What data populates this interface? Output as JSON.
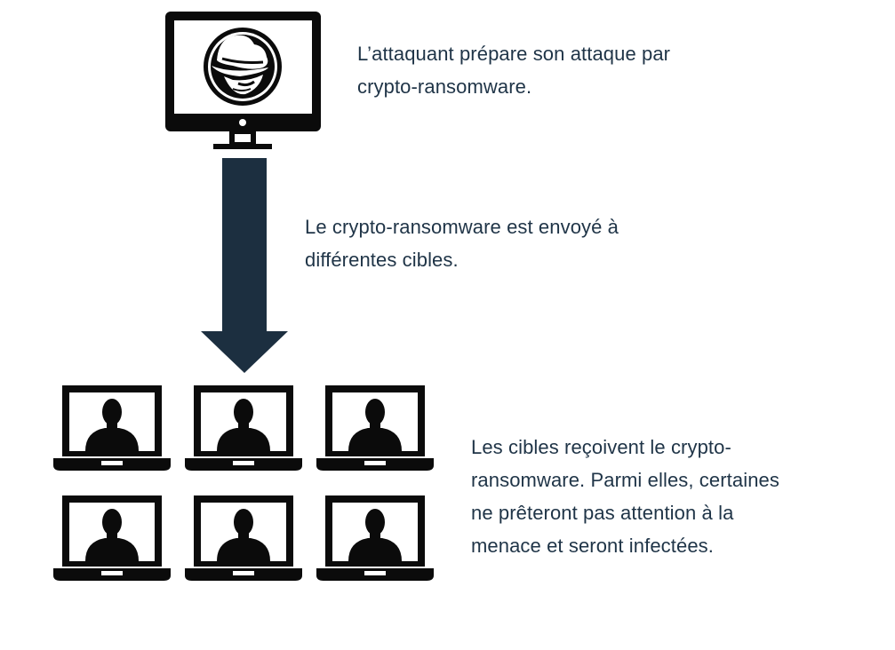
{
  "captions": {
    "attacker": [
      "L’attaquant prépare son attaque par",
      "crypto-ransomware."
    ],
    "sent": [
      "Le crypto-ransomware est envoyé à",
      "différentes cibles."
    ],
    "targets": [
      "Les cibles reçoivent le crypto-",
      "ransomware. Parmi elles, certaines",
      "ne prêteront pas attention à la",
      "menace et seront infectées."
    ]
  },
  "colors": {
    "ink": "#0b0b0b",
    "arrow": "#1c2f40",
    "text": "#1f3447",
    "background": "#ffffff"
  },
  "icons": {
    "attacker": "hacker-hat-icon",
    "target": "user-silhouette-icon",
    "device": "laptop-icon",
    "computer": "desktop-monitor-icon"
  },
  "targets_count": 6
}
